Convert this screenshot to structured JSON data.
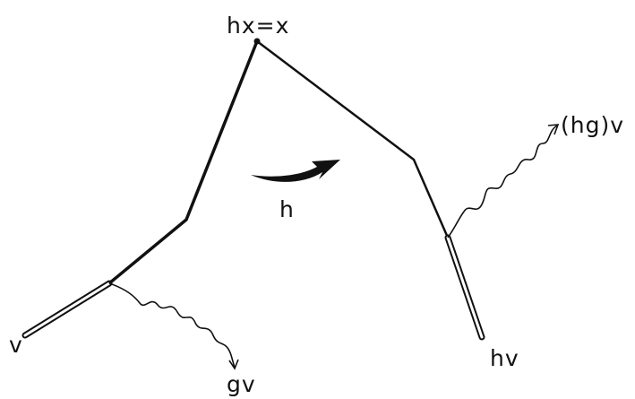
{
  "labels": {
    "fixed_point": "hx=x",
    "start": "v",
    "image_g": "gv",
    "image_h": "hv",
    "image_hg": "(hg)v",
    "action": "h"
  },
  "colors": {
    "ink": "#111111",
    "background": "#ffffff"
  }
}
